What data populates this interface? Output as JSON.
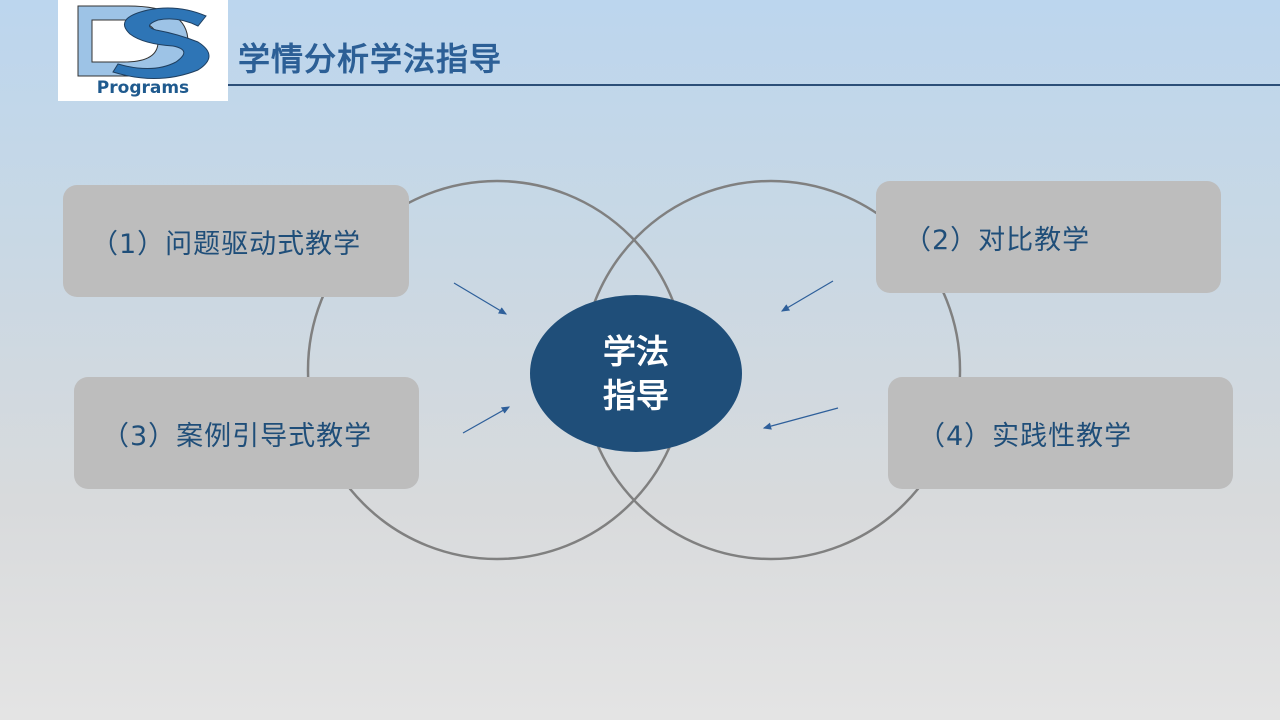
{
  "logo": {
    "text": "Programs",
    "colors": {
      "light": "#9dc3e6",
      "dark": "#2e75b6"
    }
  },
  "title": "学情分析学法指导",
  "center": {
    "line1": "学法",
    "line2": "指导"
  },
  "methods": [
    {
      "label": "（1）问题驱动式教学"
    },
    {
      "label": "（2）对比教学"
    },
    {
      "label": "（3）案例引导式教学"
    },
    {
      "label": "（4）实践性教学"
    }
  ]
}
